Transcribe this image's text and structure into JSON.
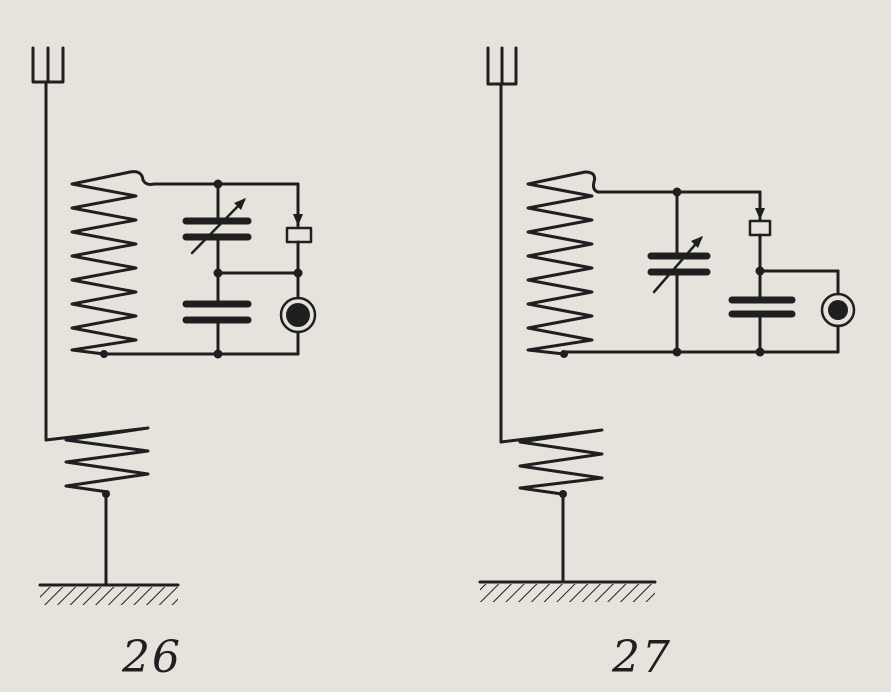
{
  "figures": [
    {
      "id": "fig-26",
      "label": "26"
    },
    {
      "id": "fig-27",
      "label": "27"
    }
  ],
  "colors": {
    "paper": "#e6e3dc",
    "ink": "#1f1f1f"
  }
}
